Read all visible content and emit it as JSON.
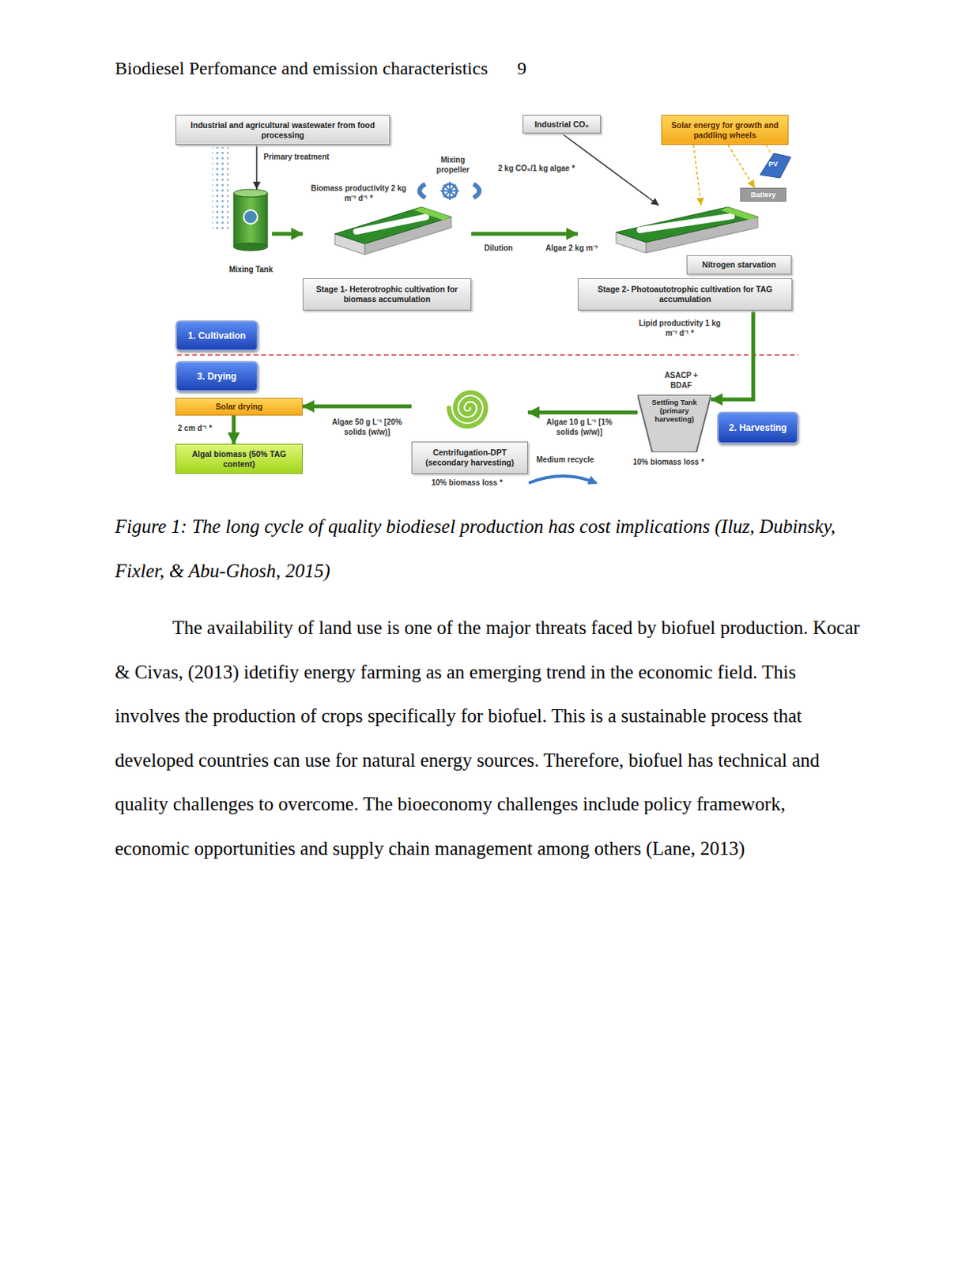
{
  "diagram": {
    "caption": "Figure 1: The long cycle of quality biodiesel production has cost implications (Iluz, Dubinsky, Fixler, & Abu-Ghosh, 2015)",
    "nodes": [
      {
        "text": [
          "Industrial and agricultural wastewater from food processing"
        ]
      },
      {
        "text": [
          "Industrial CO₂"
        ]
      },
      {
        "text": [
          "Solar energy for growth and paddling wheels"
        ]
      },
      {
        "text": [
          "Battery"
        ]
      },
      {
        "text": [
          "Mixing Tank"
        ]
      },
      {
        "text": [
          "Stage 1- Heterotrophic cultivation for biomass accumulation"
        ]
      },
      {
        "text": [
          "Stage 2- Photoautotrophic cultivation for TAG accumulation"
        ]
      },
      {
        "text": [
          "Nitrogen starvation"
        ],
        "in": 6
      },
      {
        "text": [
          "1. Cultivation"
        ]
      },
      {
        "text": [
          "3. Drying"
        ]
      },
      {
        "text": [
          "Solar drying"
        ]
      },
      {
        "text": [
          "Algal biomass (50% TAG content)"
        ]
      },
      {
        "text": [
          "Centrifugation-DPT (secondary harvesting)"
        ]
      },
      {
        "text": [
          "Settling Tank (primary harvesting)"
        ]
      },
      {
        "text": [
          "2. Harvesting"
        ]
      }
    ],
    "edges": [
      {
        "from": 0,
        "to": 4,
        "label": "Primary treatment",
        "arrow": "to"
      },
      {
        "from": 4,
        "to": 5,
        "arrow": "to"
      },
      {
        "from": 5,
        "to": 6,
        "label": "Dilution",
        "arrow": "to"
      },
      {
        "from": 1,
        "to": 6,
        "arrow": "to"
      },
      {
        "from": 2,
        "to": 6,
        "arrow": "to"
      },
      {
        "from": 2,
        "to": 3,
        "arrow": "to"
      },
      {
        "from": 6,
        "to": 13,
        "arrow": "to"
      },
      {
        "from": 13,
        "to": 12,
        "arrow": "to"
      },
      {
        "from": 12,
        "to": 10,
        "arrow": "to"
      },
      {
        "from": 10,
        "to": 11,
        "arrow": "to"
      }
    ],
    "labels": [
      "Biodiesel Perfomance and emission characteristics",
      "9",
      "Mixing propeller",
      "Biomass productivity 2 kg m⁻³ d⁻¹ *",
      "2 kg CO₂/1 kg algae *",
      "PV",
      "Algae 2 kg m⁻³",
      "Lipid productivity 1 kg m⁻³ d⁻¹ *",
      "ASACP + BDAF",
      "10% biomass loss *",
      "Algae 10 g L⁻¹ [1% solids (w/w)]",
      "Medium recycle",
      "10% biomass loss *",
      "Algae 50 g L⁻¹ [20% solids (w/w)]",
      "2 cm d⁻¹ *",
      "The availability of land use is one of the major threats faced by biofuel production. Kocar & Civas, (2013) idetifiy energy farming as an emerging trend in the economic field. This involves the production of crops specifically for biofuel. This is a sustainable process that developed countries can use for natural energy sources. Therefore, biofuel has technical and quality challenges to overcome. The bioeconomy challenges include policy framework, economic opportunities and supply chain management among others (Lane, 2013)"
    ]
  }
}
